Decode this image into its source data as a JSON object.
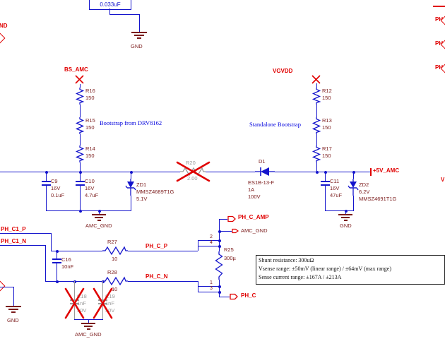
{
  "colors": {
    "wire": "#1414cc",
    "designator_text": "#7a1a1a",
    "net_label": "#e00000",
    "comment_text": "#0000dd",
    "crossed_out": "#9a9a9a",
    "note_text": "#111111",
    "background": "#ffffff"
  },
  "nets": {
    "bs_amc": "BS_AMC",
    "vgvdd": "VGVDD",
    "p5v_amc": "+5V_AMC",
    "ph_c1_p": "PH_C1_P",
    "ph_c1_n": "PH_C1_N",
    "ph_c_p": "PH_C_P",
    "ph_c_n": "PH_C_N",
    "ph_c_amp": "PH_C_AMP",
    "ph_c": "PH_C",
    "ph_edge": "PH",
    "v_edge": "V",
    "nd_edge": "ND"
  },
  "grounds": {
    "gnd": "GND",
    "amc_gnd": "AMC_GND"
  },
  "comments": {
    "bootstrap_from_drv": "Bootstrap from DRV8162",
    "standalone_bootstrap": "Standalone Bootstrap"
  },
  "note": {
    "line1": "Shunt resistance: 300uΩ",
    "line2": "Vsense range: ±50mV (linear range) / ±64mV (max range)",
    "line3": "Sense current range: ±167A / ±213A"
  },
  "components": {
    "c_top": {
      "value": "0.033uF"
    },
    "r16": {
      "ref": "R16",
      "value": "150"
    },
    "r15": {
      "ref": "R15",
      "value": "150"
    },
    "r14": {
      "ref": "R14",
      "value": "150"
    },
    "r12": {
      "ref": "R12",
      "value": "150"
    },
    "r13": {
      "ref": "R13",
      "value": "150"
    },
    "r17": {
      "ref": "R17",
      "value": "150"
    },
    "r20": {
      "ref": "R20",
      "value": "2.00",
      "crossed_out": true
    },
    "d1": {
      "ref": "D1",
      "part": "ES1B-13-F",
      "current": "1A",
      "voltage": "100V"
    },
    "c9": {
      "ref": "C9",
      "voltage": "16V",
      "value": "0.1uF"
    },
    "c10": {
      "ref": "C10",
      "voltage": "16V",
      "value": "4.7uF"
    },
    "zd1": {
      "ref": "ZD1",
      "part": "MMSZ4689T1G",
      "value": "5.1V"
    },
    "c11": {
      "ref": "C11",
      "voltage": "16V",
      "value": "47uF"
    },
    "zd2": {
      "ref": "ZD2",
      "value": "6.2V",
      "part": "MMSZ4691T1G"
    },
    "c16": {
      "ref": "C16",
      "value": "10nF"
    },
    "r27": {
      "ref": "R27",
      "value": "10"
    },
    "r28": {
      "ref": "R28",
      "value": "10"
    },
    "r25": {
      "ref": "R25",
      "value": "300µ",
      "pin1": "1",
      "pin2": "2",
      "pin3": "3",
      "pin4": "4"
    },
    "c18": {
      "ref": "C18",
      "value": "1nF",
      "voltage": "50V",
      "crossed_out": true
    },
    "c19": {
      "ref": "C19",
      "value": "1nF",
      "voltage": "50V",
      "crossed_out": true
    }
  }
}
